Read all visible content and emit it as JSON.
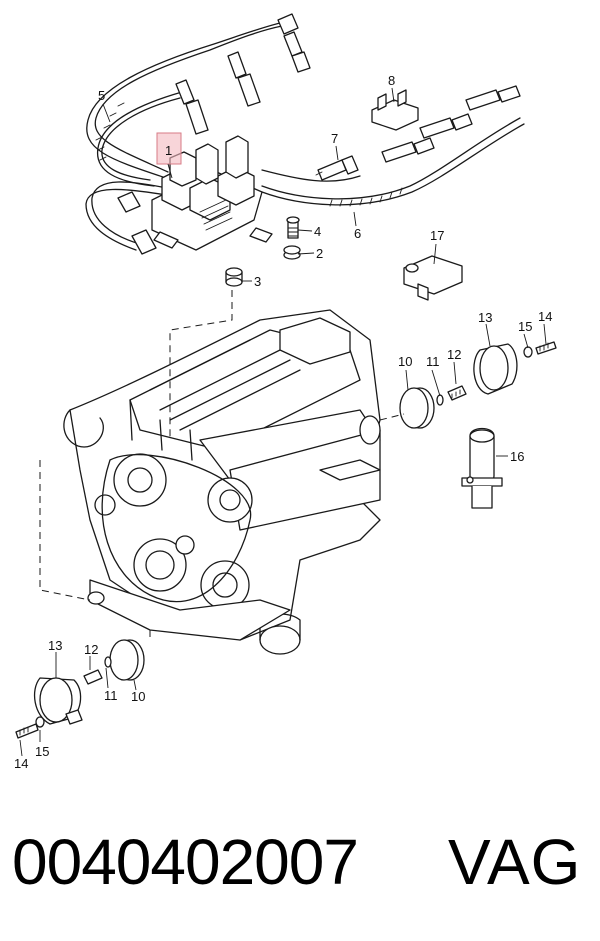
{
  "callouts": {
    "c1": "1",
    "c2": "2",
    "c3": "3",
    "c4": "4",
    "c5": "5",
    "c6": "6",
    "c7": "7",
    "c8": "8",
    "c10a": "10",
    "c11a": "11",
    "c12a": "12",
    "c13a": "13",
    "c14a": "14",
    "c15a": "15",
    "c16": "16",
    "c17": "17",
    "c10b": "10",
    "c11b": "11",
    "c12b": "12",
    "c13b": "13",
    "c14b": "14",
    "c15b": "15"
  },
  "highlight_color": "#f3b9c0",
  "footer": {
    "part_number": "0040402007",
    "brand": "VAG"
  }
}
